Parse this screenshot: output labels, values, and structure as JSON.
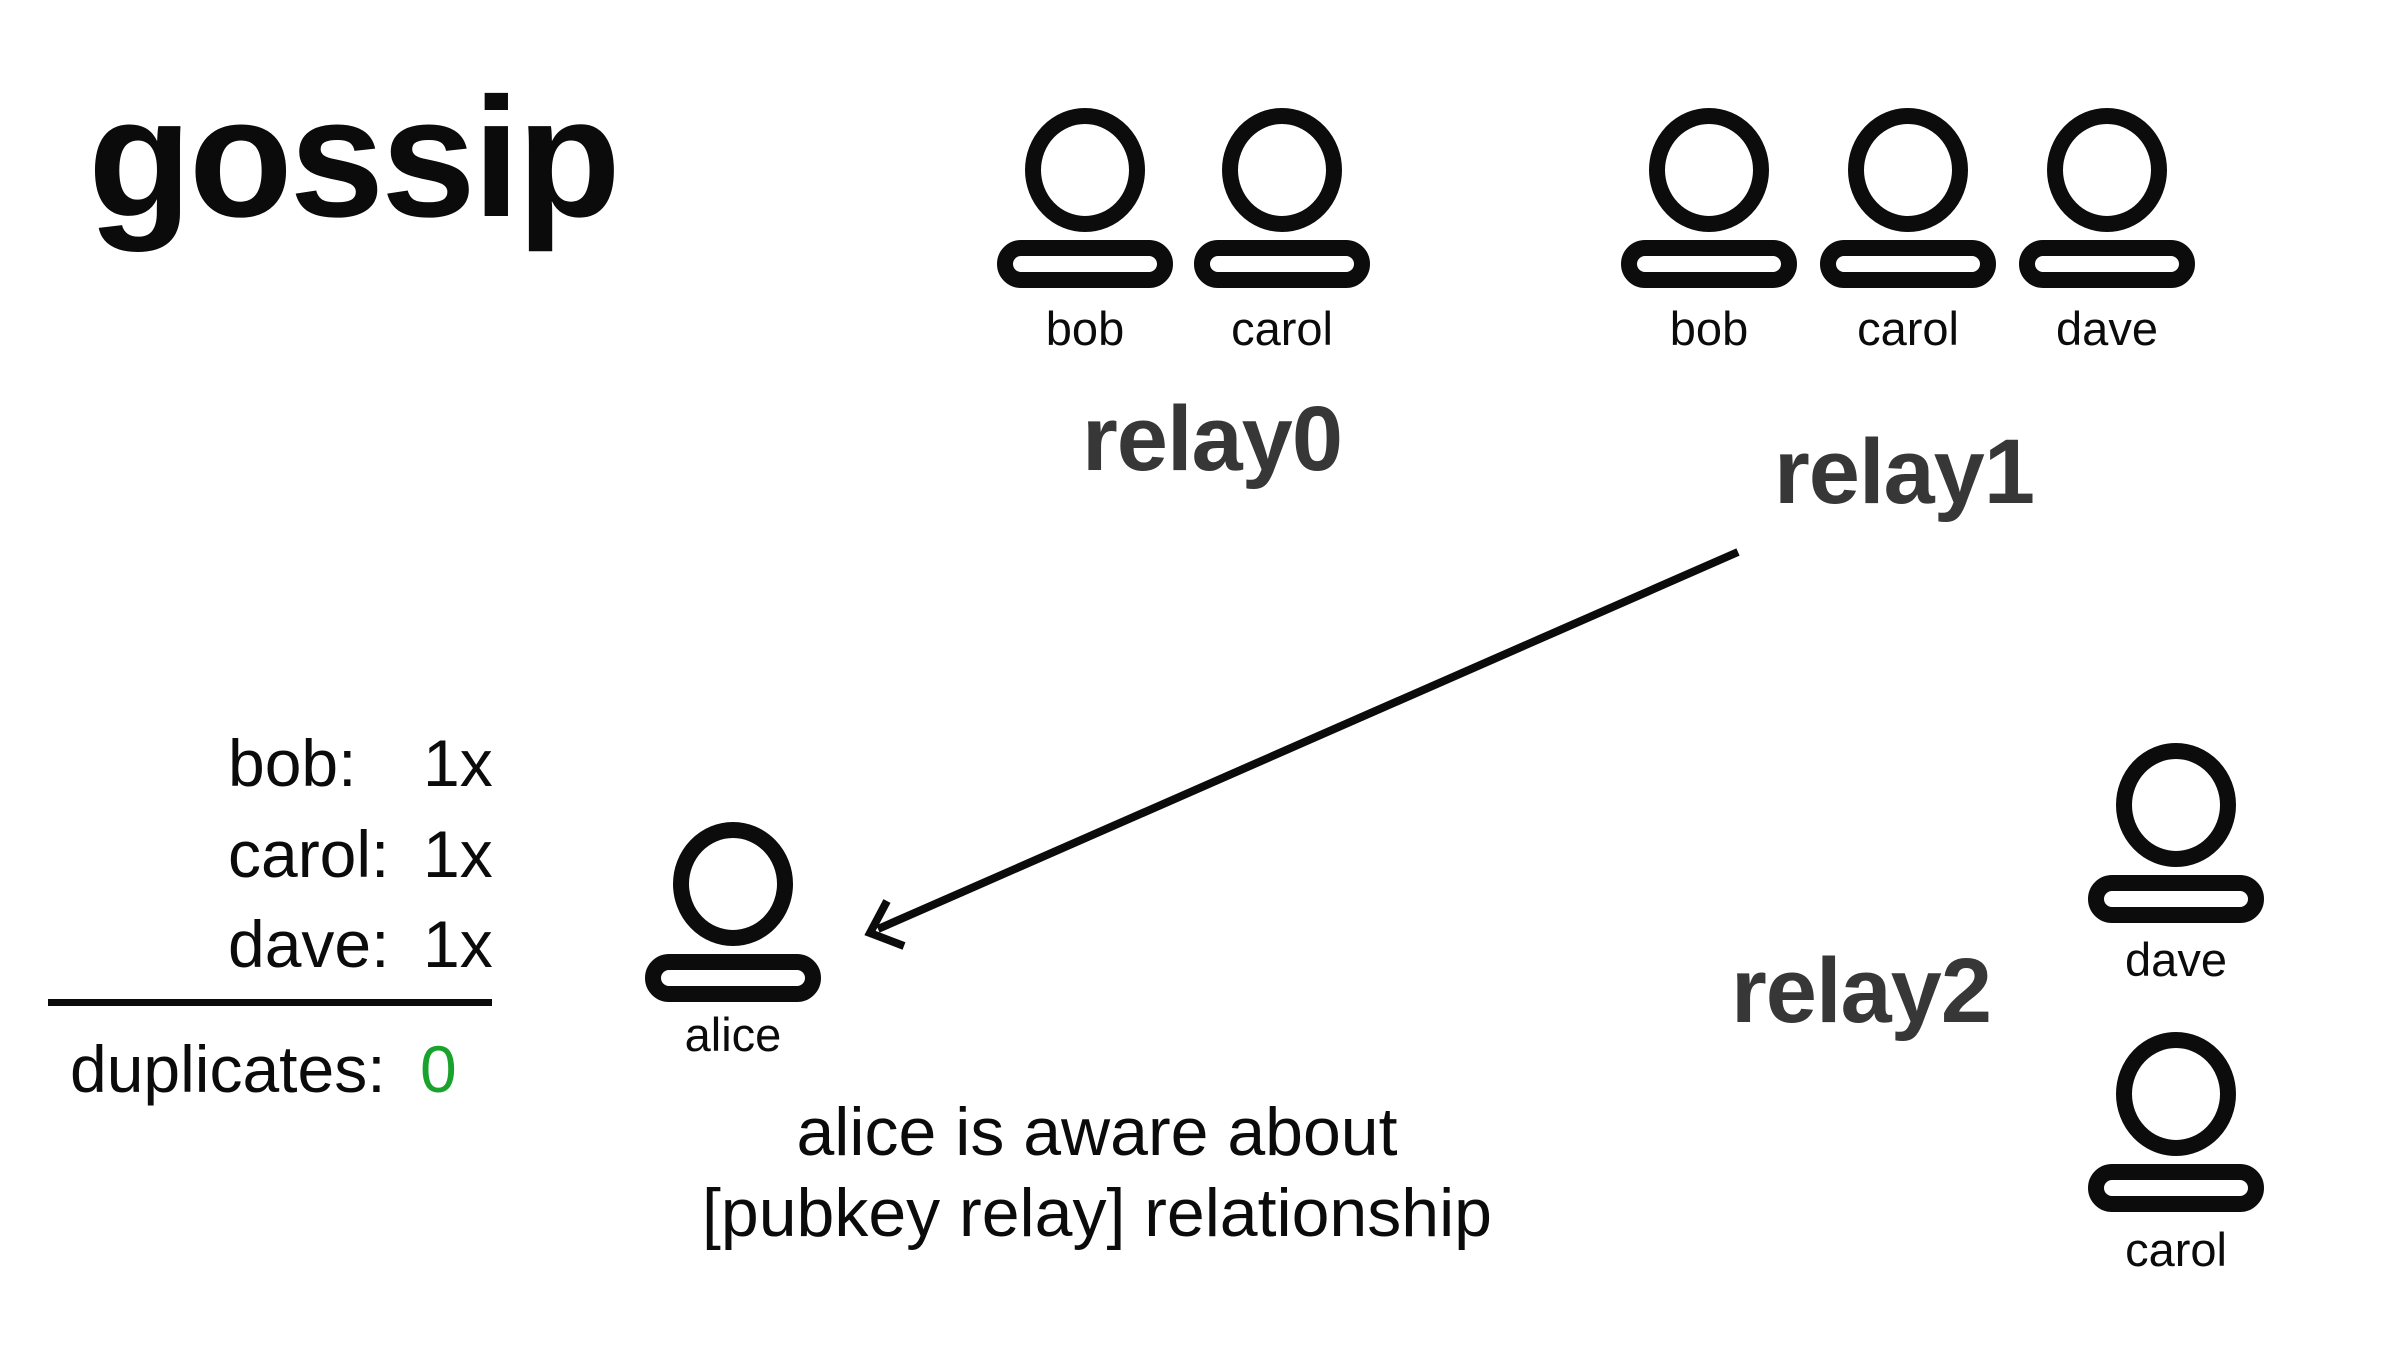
{
  "title": "gossip",
  "relays": [
    {
      "name": "relay0",
      "members": [
        "bob",
        "carol"
      ]
    },
    {
      "name": "relay1",
      "members": [
        "bob",
        "carol",
        "dave"
      ]
    },
    {
      "name": "relay2",
      "members": [
        "dave",
        "carol"
      ]
    }
  ],
  "alice_label": "alice",
  "stats": {
    "rows": [
      {
        "name": "bob:",
        "count": "1x"
      },
      {
        "name": "carol:",
        "count": "1x"
      },
      {
        "name": "dave:",
        "count": "1x"
      }
    ],
    "duplicates_label": "duplicates:",
    "duplicates_value": "0"
  },
  "caption": {
    "line1": "alice is aware about",
    "line2": "[pubkey relay] relationship"
  },
  "colors": {
    "ink": "#0b0b0b",
    "relay_label_gray": "#373737",
    "duplicates_green": "#1aa32c"
  },
  "icons": {
    "person": "person-icon",
    "arrow": "arrow-from-relay1-to-alice"
  }
}
